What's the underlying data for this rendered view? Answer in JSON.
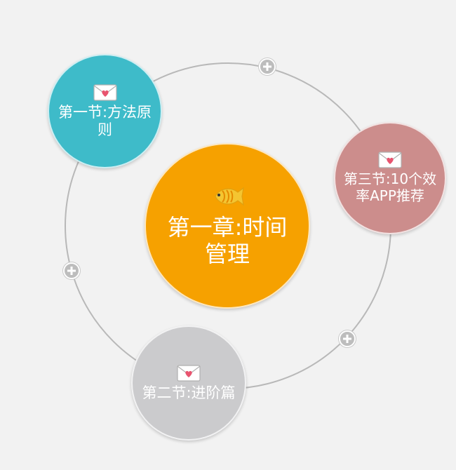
{
  "diagram": {
    "center": {
      "label": "第一章:时间管理",
      "icon": "fish-icon",
      "color": "#f6a100"
    },
    "sections": [
      {
        "id": "s1",
        "label": "第一节:方法原则",
        "icon": "love-letter-icon",
        "color": "#3ebbc9"
      },
      {
        "id": "s3",
        "label": "第三节:10个效率APP推荐",
        "icon": "love-letter-icon",
        "color": "#cc8d8c"
      },
      {
        "id": "s2",
        "label": "第二节:进阶篇",
        "icon": "love-letter-icon",
        "color": "#cbcbcd"
      }
    ],
    "ring_color": "#b8b8b8",
    "add_buttons": 3
  }
}
